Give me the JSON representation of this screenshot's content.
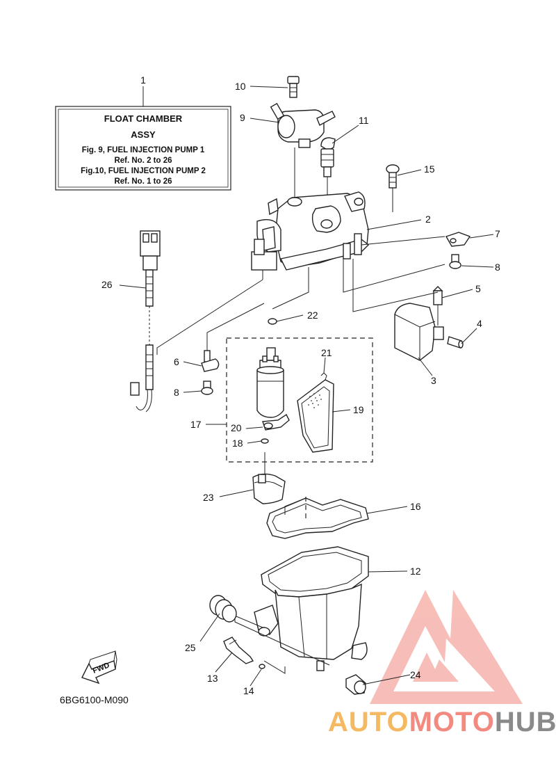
{
  "info_box": {
    "title_line1": "FLOAT CHAMBER",
    "title_line2": "ASSY",
    "line1": "Fig.  9, FUEL INJECTION PUMP 1",
    "line2": "Ref. No. 2 to 26",
    "line3": "Fig.10, FUEL INJECTION PUMP 2",
    "line4": "Ref. No. 1 to 26"
  },
  "callouts": {
    "c1": "1",
    "c2": "2",
    "c3": "3",
    "c4": "4",
    "c5": "5",
    "c6": "6",
    "c7": "7",
    "c8a": "8",
    "c8b": "8",
    "c9": "9",
    "c10": "10",
    "c11": "11",
    "c12": "12",
    "c13": "13",
    "c14": "14",
    "c15": "15",
    "c16": "16",
    "c17": "17",
    "c18": "18",
    "c19": "19",
    "c20": "20",
    "c21": "21",
    "c22": "22",
    "c23": "23",
    "c24": "24",
    "c25": "25",
    "c26": "26"
  },
  "fwd_label": "FWD",
  "diagram_code": "6BG6100-M090",
  "watermark": {
    "part1": "AUTO",
    "part2": "MOTO",
    "part3": "HUB"
  },
  "colors": {
    "watermark_orange": "#f5b961",
    "watermark_red": "#f28a80",
    "watermark_gray": "#8a8a8a"
  }
}
